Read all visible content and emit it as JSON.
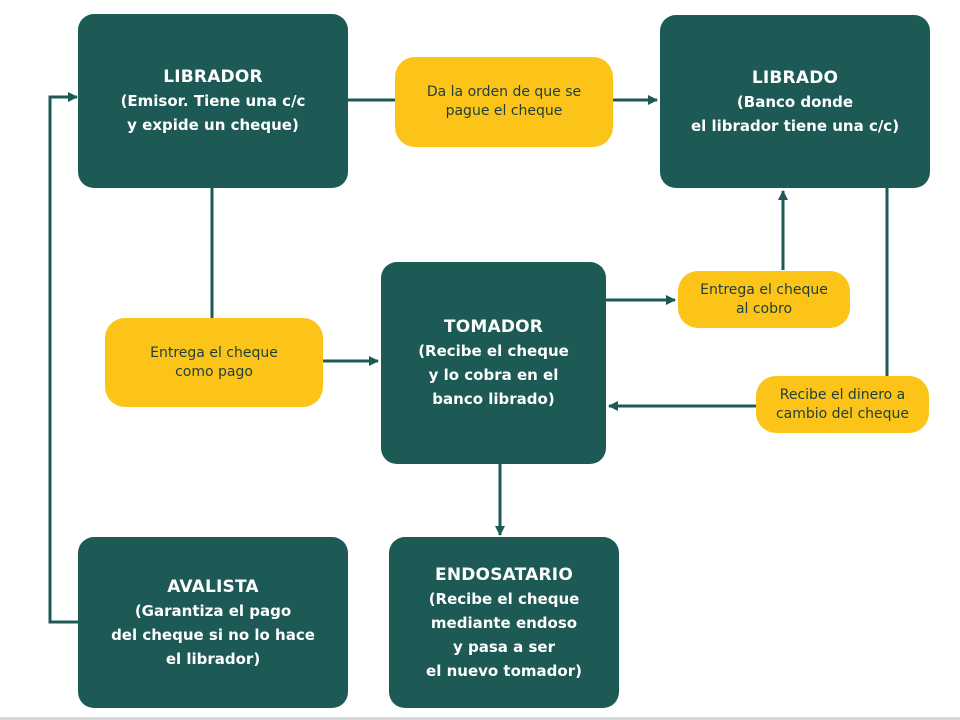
{
  "colors": {
    "box": "#1d5a55",
    "pill": "#fcc419",
    "line": "#1d5a55"
  },
  "nodes": {
    "librador": {
      "title": "LIBRADOR",
      "desc": "(Emisor. Tiene una c/c\ny expide un cheque)"
    },
    "librado": {
      "title": "LIBRADO",
      "desc": "(Banco donde\nel librador tiene una c/c)"
    },
    "tomador": {
      "title": "TOMADOR",
      "desc": "(Recibe el cheque\ny lo cobra en el\nbanco librado)"
    },
    "avalista": {
      "title": "AVALISTA",
      "desc": "(Garantiza el pago\ndel cheque si no lo hace\nel librador)"
    },
    "endosatario": {
      "title": "ENDOSATARIO",
      "desc": "(Recibe el cheque\nmediante endoso\ny pasa a ser\nel nuevo tomador)"
    }
  },
  "labels": {
    "orden": "Da la orden de que se\npague el cheque",
    "entrega_pago": "Entrega el cheque\ncomo pago",
    "entrega_cobro": "Entrega el cheque\nal cobro",
    "recibe_dinero": "Recibe el dinero a\ncambio del cheque"
  }
}
